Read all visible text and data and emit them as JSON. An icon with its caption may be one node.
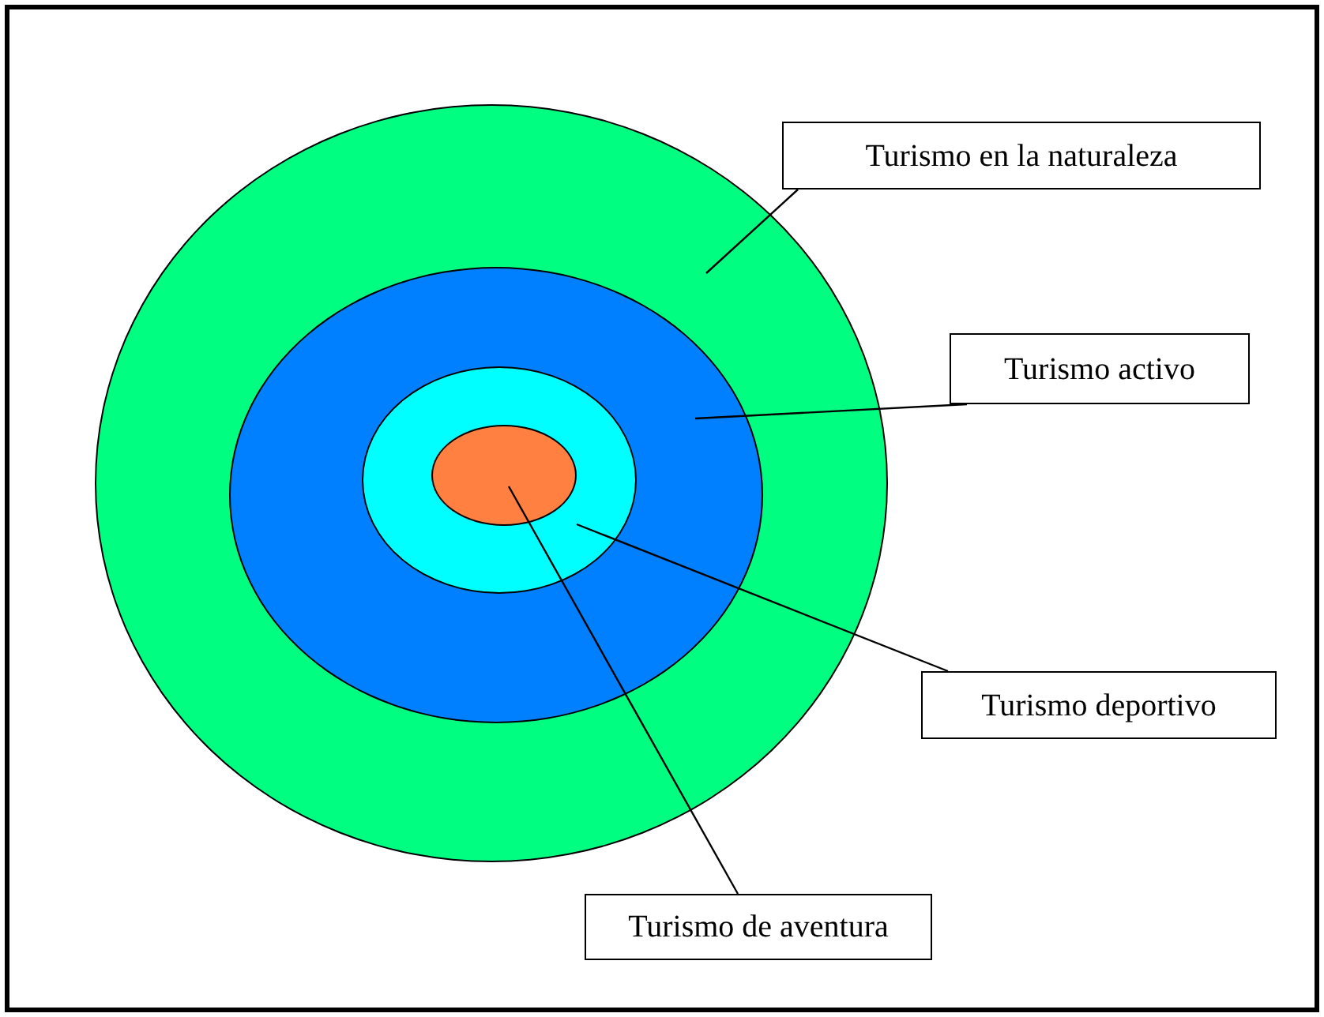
{
  "diagram": {
    "nodes": [
      {
        "text": [
          "Turismo en la naturaleza"
        ]
      },
      {
        "text": [],
        "shape": "ellipse"
      },
      {
        "text": [],
        "shape": "ellipse",
        "in": 1
      },
      {
        "text": [],
        "shape": "ellipse",
        "in": 2
      },
      {
        "text": [],
        "shape": "ellipse",
        "in": 3
      },
      {
        "text": [
          "Turismo activo"
        ]
      },
      {
        "text": [
          "Turismo deportivo"
        ]
      },
      {
        "text": [
          "Turismo de aventura"
        ]
      }
    ],
    "edges": [
      {
        "from": 0,
        "to": 1,
        "arrow": "none"
      },
      {
        "from": 5,
        "to": 2,
        "arrow": "none"
      },
      {
        "from": 6,
        "to": 3,
        "arrow": "none"
      },
      {
        "from": 7,
        "to": 4,
        "arrow": "none"
      }
    ]
  }
}
